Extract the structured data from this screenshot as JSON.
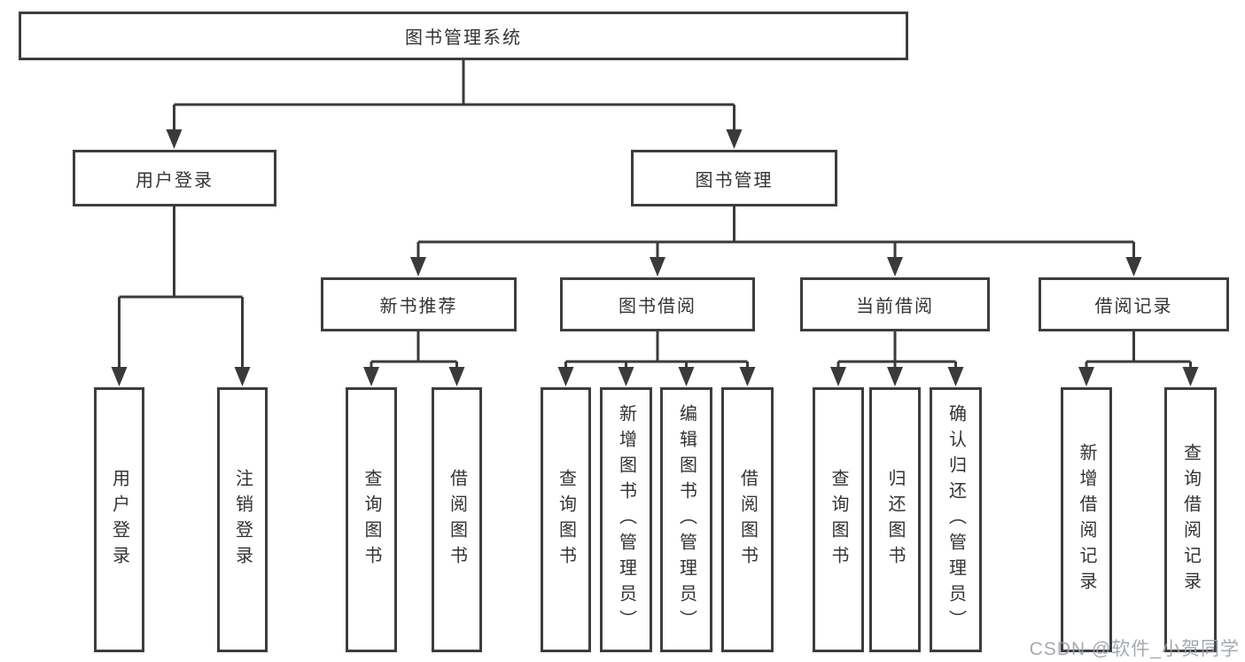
{
  "tree": {
    "root": "图书管理系统",
    "children": [
      {
        "label": "用户登录",
        "leaves": [
          "用户登录",
          "注销登录"
        ]
      },
      {
        "label": "图书管理",
        "children": [
          {
            "label": "新书推荐",
            "leaves": [
              "查询图书",
              "借阅图书"
            ]
          },
          {
            "label": "图书借阅",
            "leaves": [
              "查询图书",
              "新增图书（管理员）",
              "编辑图书（管理员）",
              "借阅图书"
            ]
          },
          {
            "label": "当前借阅",
            "leaves": [
              "查询图书",
              "归还图书",
              "确认归还（管理员）"
            ]
          },
          {
            "label": "借阅记录",
            "leaves": [
              "新增借阅记录",
              "查询借阅记录"
            ]
          }
        ]
      }
    ]
  },
  "watermark": "CSDN @软件_小贺同学",
  "colors": {
    "line": "#3a3a3a",
    "box_border": "#3d3d3d",
    "text": "#333333",
    "background": "#ffffff",
    "watermark": "#9aa0a6"
  }
}
